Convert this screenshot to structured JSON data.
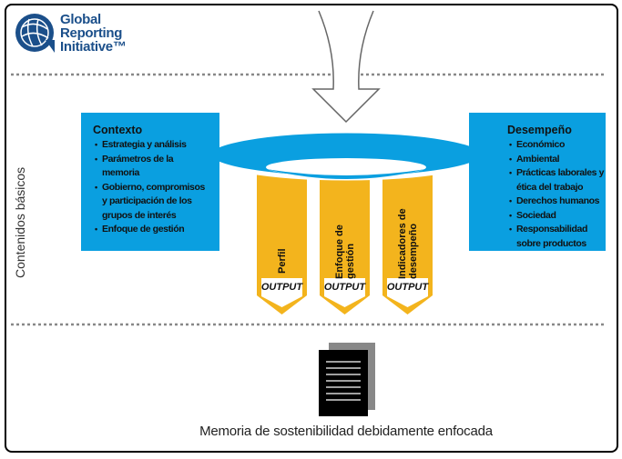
{
  "logo": {
    "lines": [
      "Global",
      "Reporting",
      "Initiative™"
    ]
  },
  "side_label": "Contenidos básicos",
  "contexto": {
    "title": "Contexto",
    "items": [
      "Estrategia y análisis",
      "Parámetros de la memoria",
      "Gobierno, compromisos y participación de los grupos de interés",
      "Enfoque de gestión"
    ]
  },
  "desempeno": {
    "title": "Desempeño",
    "items": [
      "Económico",
      "Ambiental",
      "Prácticas laborales y ética del trabajo",
      "Derechos humanos",
      "Sociedad",
      "Responsabilidad sobre productos"
    ]
  },
  "columns": [
    {
      "label": "Perfil",
      "output": "OUTPUT"
    },
    {
      "label": "Enfoque de gestión",
      "output": "OUTPUT"
    },
    {
      "label": "Indicadores de desempeño",
      "output": "OUTPUT"
    }
  ],
  "caption": "Memoria de sostenibilidad debidamente enfocada",
  "colors": {
    "blue": "#0a9fe0",
    "yellow": "#f3b41d",
    "logo": "#1b4f8a"
  }
}
